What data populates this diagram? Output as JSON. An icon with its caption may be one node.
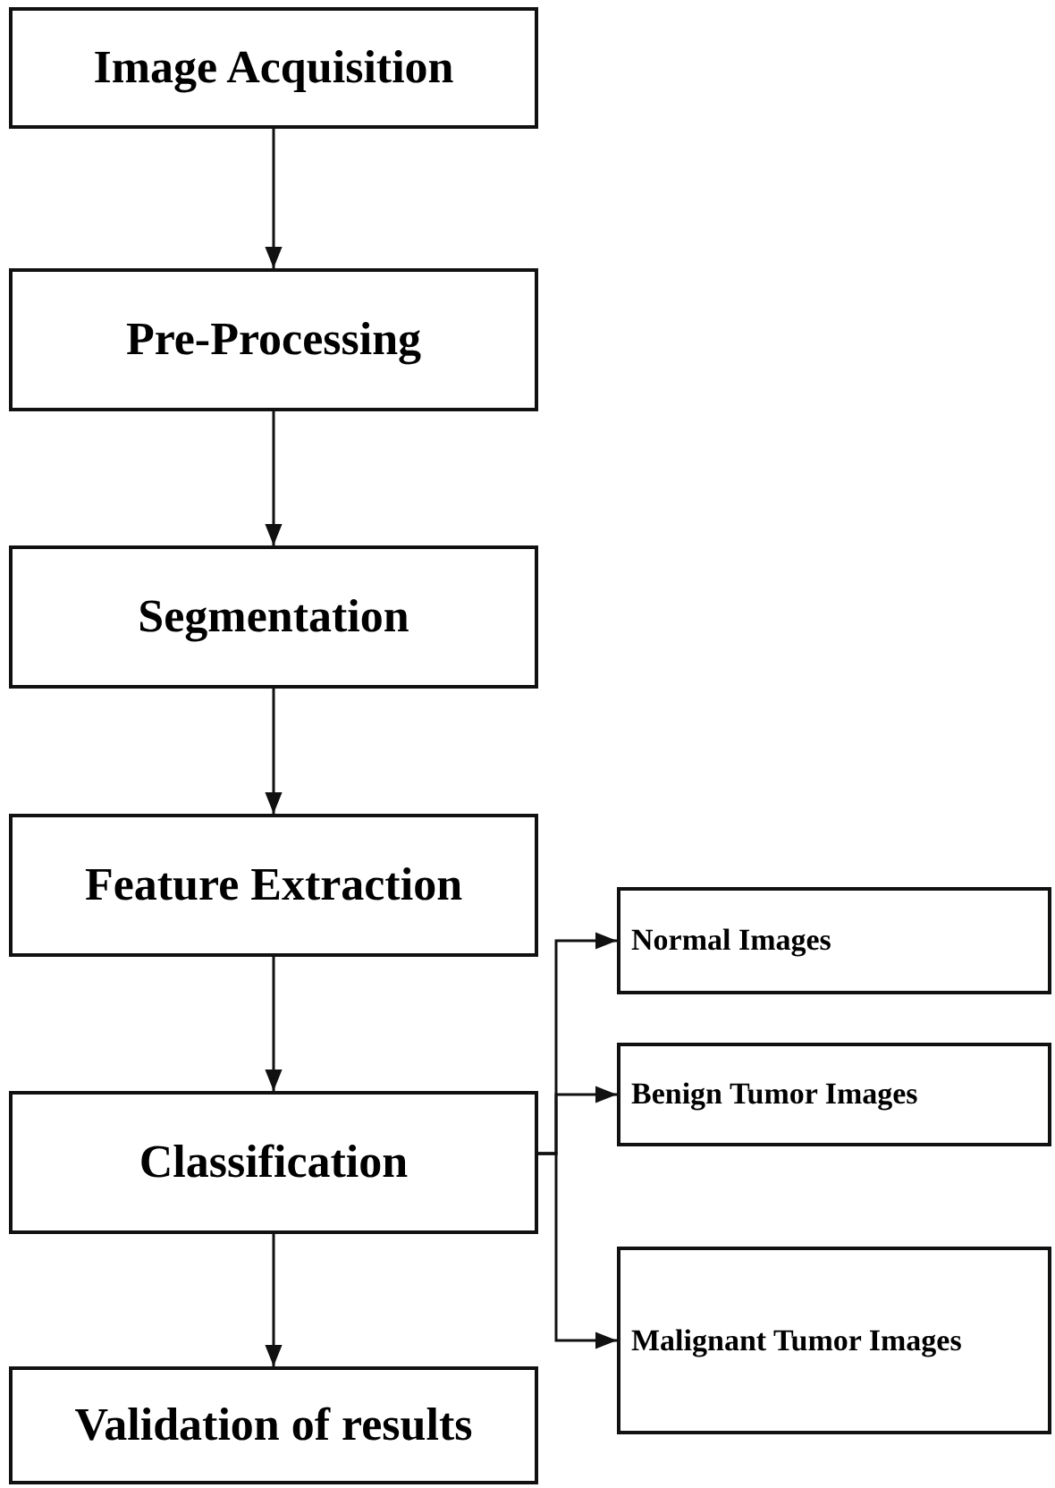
{
  "diagram": {
    "nodes": [
      {
        "text": [
          "Image Acquisition"
        ]
      },
      {
        "text": [
          "Pre-Processing"
        ]
      },
      {
        "text": [
          "Segmentation"
        ]
      },
      {
        "text": [
          "Feature Extraction"
        ]
      },
      {
        "text": [
          "Classification"
        ]
      },
      {
        "text": [
          "Validation of results"
        ]
      },
      {
        "text": [
          "Normal Images"
        ]
      },
      {
        "text": [
          "Benign Tumor Images"
        ]
      },
      {
        "text": [
          "Malignant Tumor Images"
        ]
      }
    ],
    "edges": [
      {
        "from": 0,
        "to": 1,
        "arrow": "to"
      },
      {
        "from": 1,
        "to": 2,
        "arrow": "to"
      },
      {
        "from": 2,
        "to": 3,
        "arrow": "to"
      },
      {
        "from": 3,
        "to": 4,
        "arrow": "to"
      },
      {
        "from": 4,
        "to": 5,
        "arrow": "to"
      },
      {
        "from": 4,
        "to": 6,
        "arrow": "to"
      },
      {
        "from": 4,
        "to": 7,
        "arrow": "to"
      },
      {
        "from": 4,
        "to": 8,
        "arrow": "to"
      }
    ]
  }
}
